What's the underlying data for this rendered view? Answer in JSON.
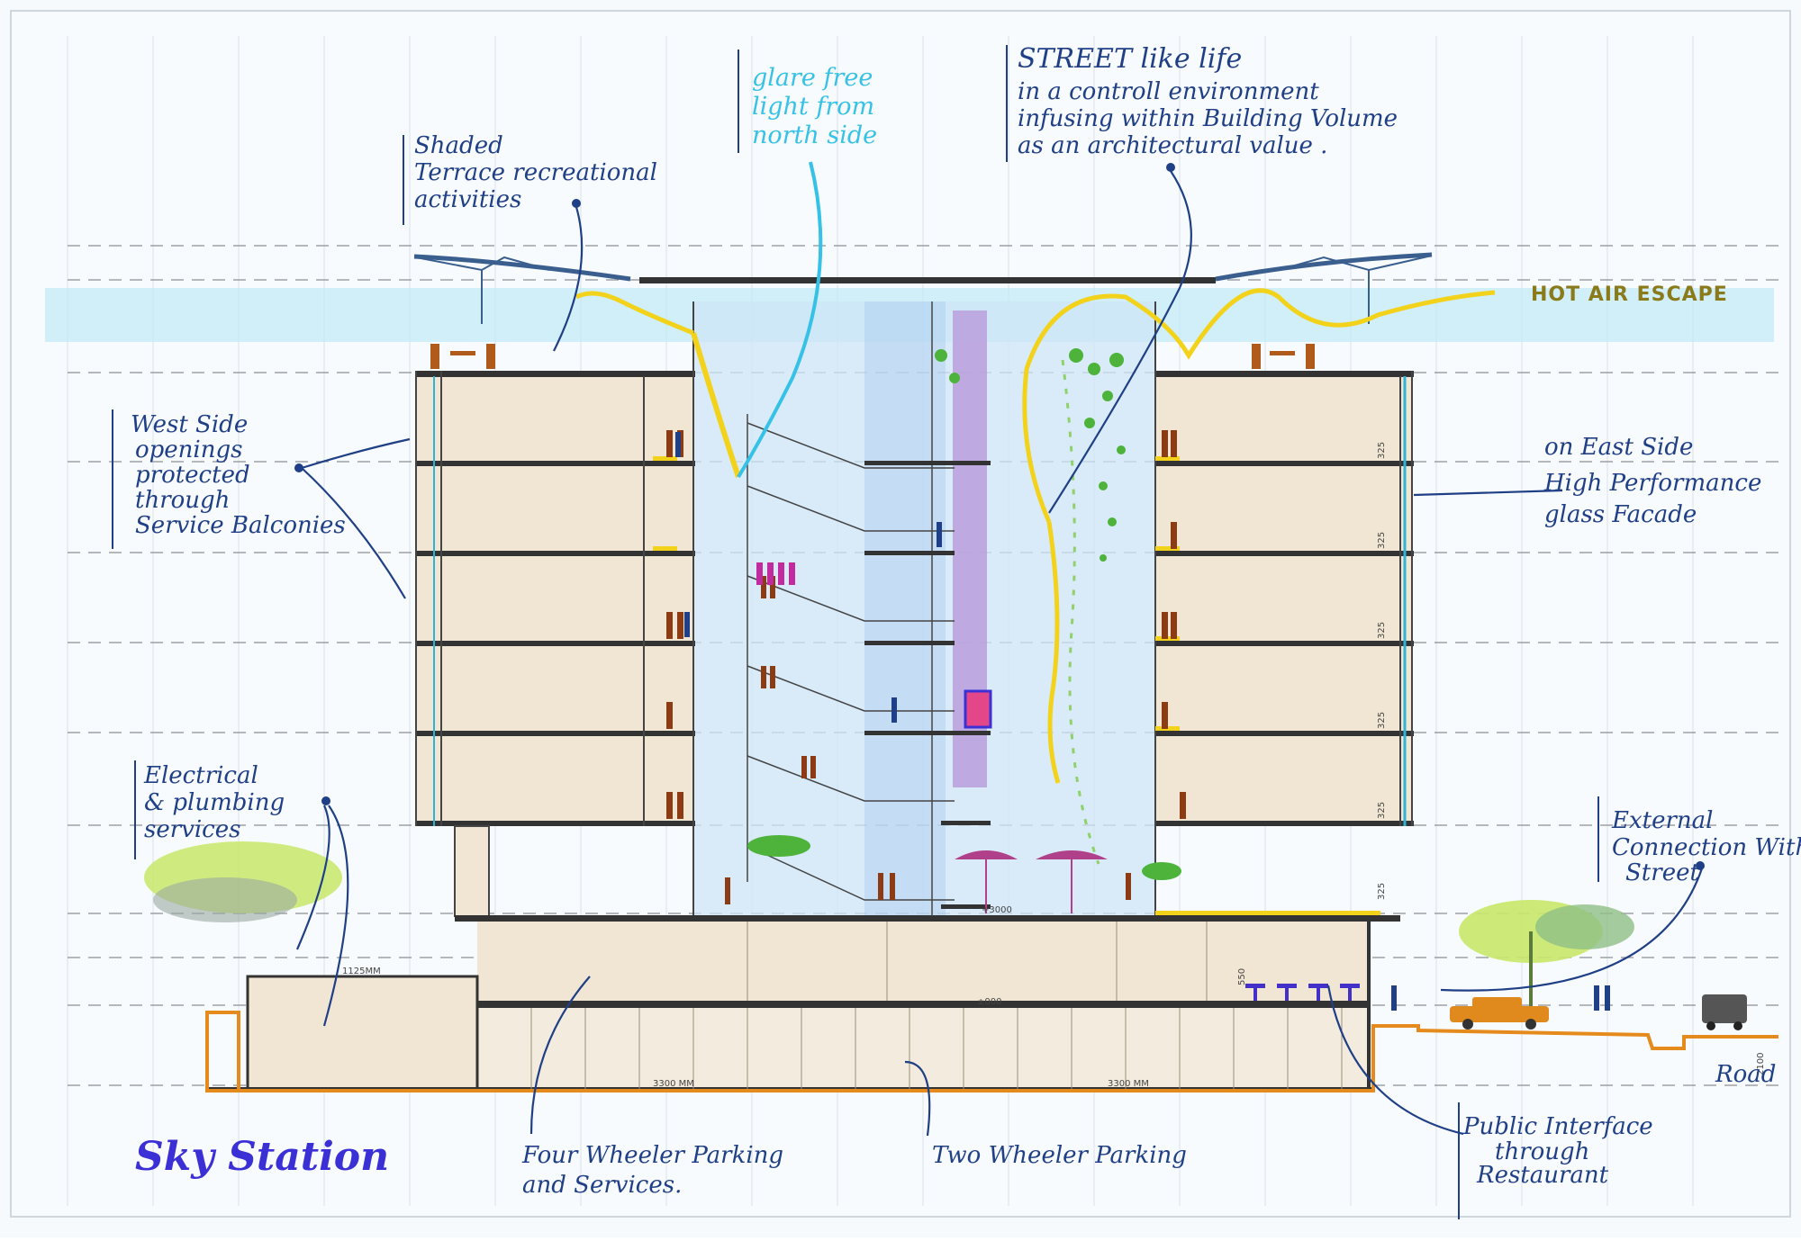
{
  "drawing": {
    "title": "Sky Station"
  },
  "annotations": {
    "shaded_terrace": [
      "Shaded",
      "Terrace recreational",
      "activities"
    ],
    "glare_free": [
      "glare free",
      "light from",
      "north side"
    ],
    "street_like": [
      "STREET like life",
      "in a controll environment",
      "infusing within Building Volume",
      "as an architectural value ."
    ],
    "hot_air": "HOT AIR ESCAPE",
    "west_side": [
      "West Side",
      "openings",
      "protected",
      "through",
      "Service Balconies"
    ],
    "east_side": [
      "on East Side",
      "High Performance",
      "glass Facade"
    ],
    "electrical": [
      "Electrical",
      "& plumbing",
      "services"
    ],
    "external": [
      "External",
      "Connection With",
      "Street"
    ],
    "public_interface": [
      "Public Interface",
      "through",
      "Restaurant"
    ],
    "four_wheeler": [
      "Four Wheeler Parking",
      "and Services."
    ],
    "two_wheeler": "Two Wheeler Parking",
    "road": "Road"
  },
  "dimensions": {
    "floor_height": "325",
    "basement_height": "550",
    "road_drop": "2100",
    "slab_level": "1125MM",
    "bay_width": "3300 MM",
    "level_mark": "±000",
    "level_mark_2": "+3000"
  },
  "colors": {
    "ink": "#1f3f86",
    "cyan": "#4fc3e8",
    "yellow": "#f2d21a",
    "purple": "#9b6fd0",
    "orange": "#e08a1e",
    "green": "#6fbf3a"
  }
}
